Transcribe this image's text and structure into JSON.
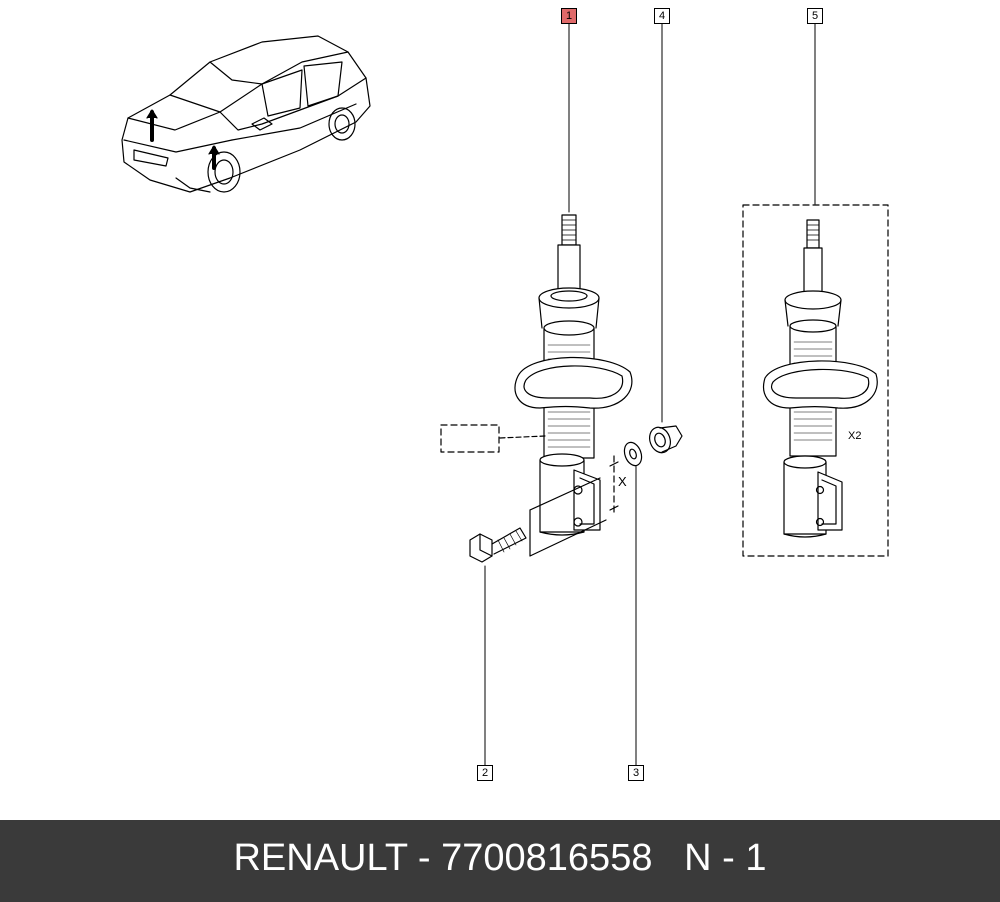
{
  "callouts": {
    "c1": "1",
    "c2": "2",
    "c3": "3",
    "c4": "4",
    "c5": "5"
  },
  "labels": {
    "x_mark": "X",
    "qty_mark": "X2"
  },
  "footer": {
    "brand": "RENAULT",
    "separator": " - ",
    "part_number": "7700816558",
    "gap": "   ",
    "note": "N - 1"
  },
  "colors": {
    "highlight": "#e06a6a",
    "footer_bg": "#3a3a3a",
    "footer_text": "#ffffff"
  }
}
